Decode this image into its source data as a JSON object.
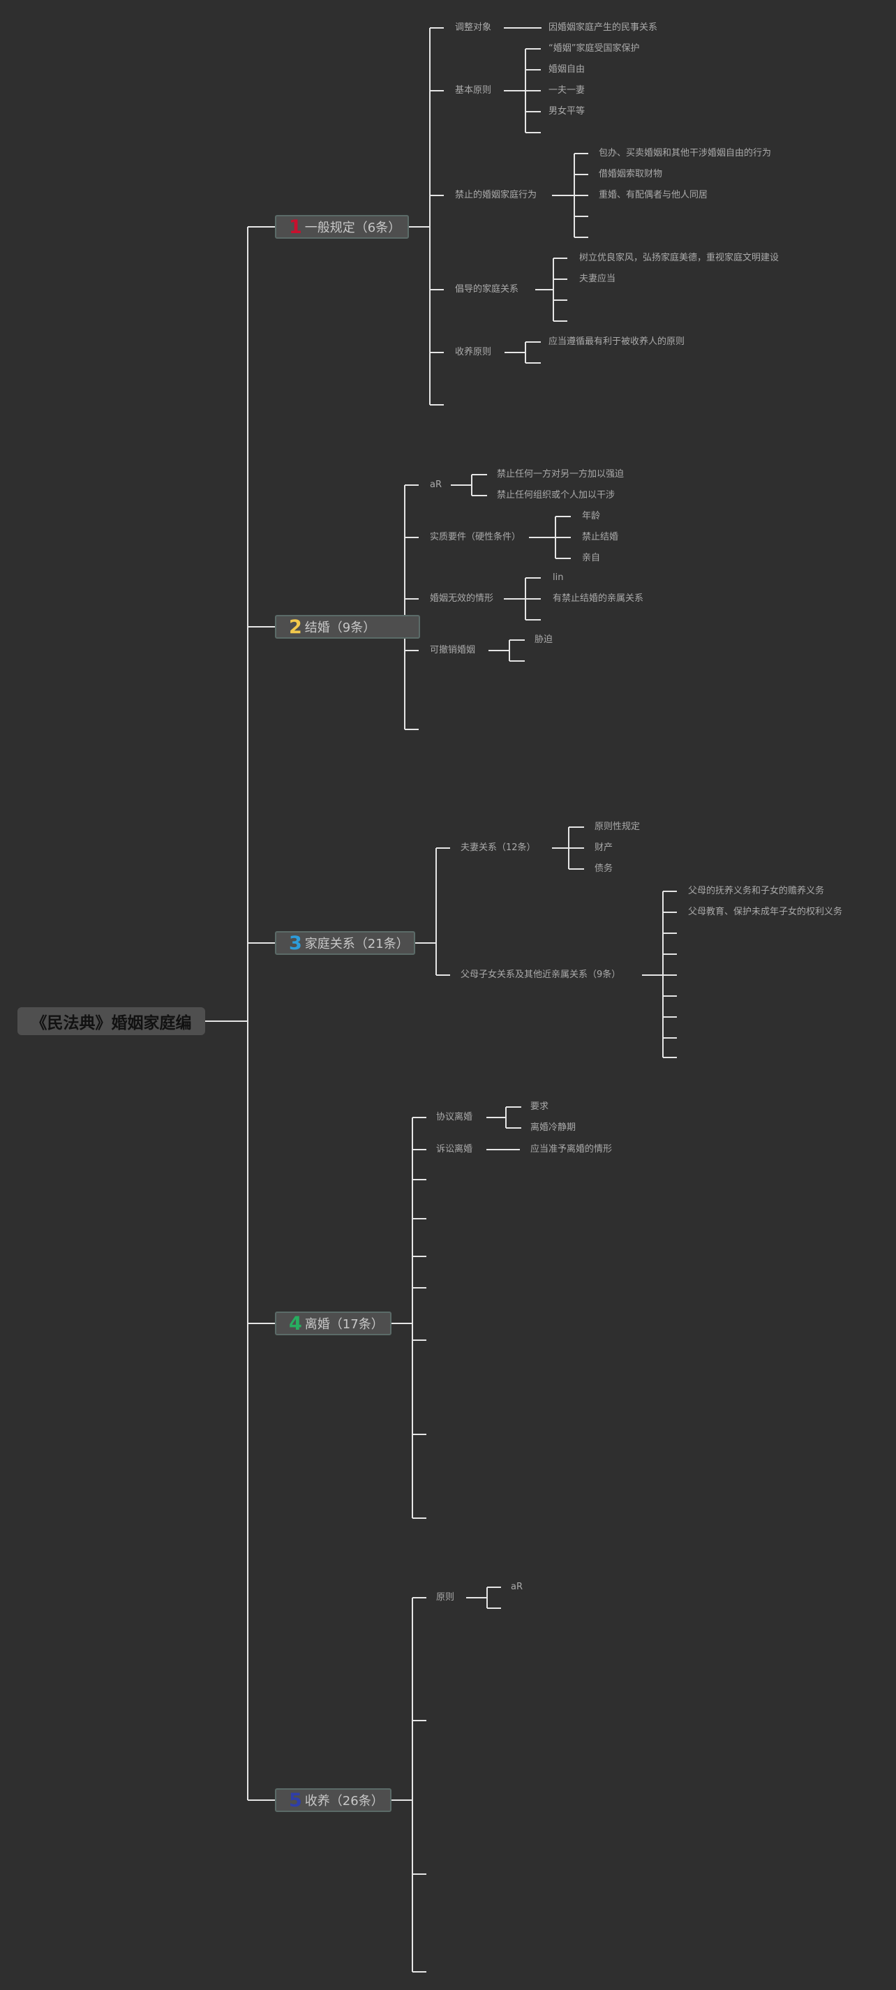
{
  "root": "《民法典》婚姻家庭编",
  "branches": [
    {
      "num": "1",
      "num_color": "#c8102e",
      "label": "一般规定（6条）"
    },
    {
      "num": "2",
      "num_color": "#f2c94c",
      "label": "结婚（9条）"
    },
    {
      "num": "3",
      "num_color": "#2d9cdb",
      "label": "家庭关系（21条）"
    },
    {
      "num": "4",
      "num_color": "#27ae60",
      "label": "离婚（17条）"
    },
    {
      "num": "5",
      "num_color": "#2f3ea8",
      "label": "收养（26条）"
    }
  ],
  "b1": {
    "n1": {
      "label": "调整对象",
      "c1": "因婚姻家庭产生的民事关系"
    },
    "n2": {
      "label": "基本原则",
      "c1": "“婚姻”家庭受国家保护",
      "c2": "婚姻自由",
      "c3": "一夫一妻",
      "c4": "男女平等"
    },
    "n3": {
      "label": "禁止的婚姻家庭行为",
      "c1": "包办、买卖婚姻和其他干涉婚姻自由的行为",
      "c2": "借婚姻索取财物",
      "c3": "重婚、有配偶者与他人同居"
    },
    "n4": {
      "label": "倡导的家庭关系",
      "c1": "树立优良家风，弘扬家庭美德，重视家庭文明建设",
      "c2": "夫妻应当"
    },
    "n5": {
      "label": "收养原则",
      "c1": "应当遵循最有利于被收养人的原则"
    }
  },
  "b2": {
    "n1": {
      "label": "aR",
      "c1": "禁止任何一方对另一方加以强迫",
      "c2": "禁止任何组织或个人加以干涉"
    },
    "n2": {
      "label": "实质要件（硬性条件）",
      "c1": "年龄",
      "c2": "禁止结婚",
      "c3": "亲自"
    },
    "n3": {
      "label": "婚姻无效的情形",
      "c1": "lin",
      "c2": "有禁止结婚的亲属关系"
    },
    "n4": {
      "label": "可撤销婚姻",
      "c1": "胁迫"
    }
  },
  "b3": {
    "n1": {
      "label": "夫妻关系（12条）",
      "c1": "原则性规定",
      "c2": "财产",
      "c3": "债务"
    },
    "n2": {
      "label": "父母子女关系及其他近亲属关系（9条）",
      "c1": "父母的抚养义务和子女的赡养义务",
      "c2": "父母教育、保护未成年子女的权利义务"
    }
  },
  "b4": {
    "n1": {
      "label": "协议离婚",
      "c1": "要求",
      "c2": "离婚冷静期"
    },
    "n2": {
      "label": "诉讼离婚",
      "c1": "应当准予离婚的情形"
    }
  },
  "b5": {
    "n1": {
      "label": "原则",
      "c1": "aR"
    }
  }
}
